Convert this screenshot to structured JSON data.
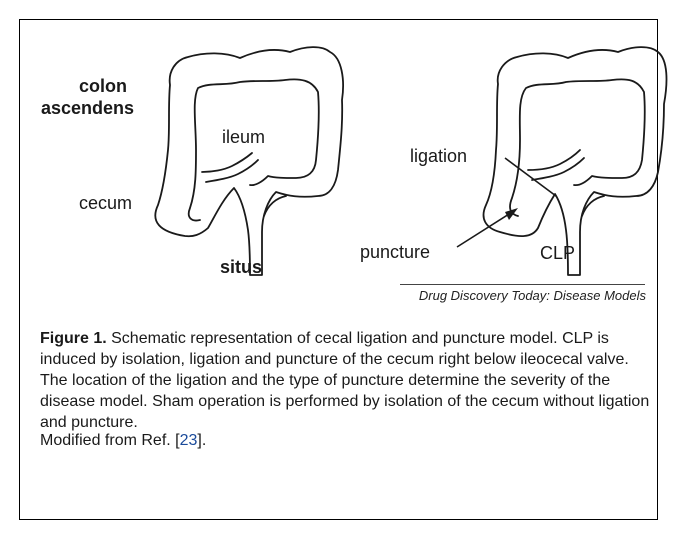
{
  "figure": {
    "left_panel": {
      "label_colon_line1": "colon",
      "label_colon_line2": "ascendens",
      "label_ileum": "ileum",
      "label_cecum": "cecum",
      "label_situs": "situs"
    },
    "right_panel": {
      "label_ligation": "ligation",
      "label_puncture": "puncture",
      "label_clp": "CLP"
    },
    "credit": "Drug Discovery Today: Disease Models"
  },
  "caption": {
    "figure_label": "Figure 1.",
    "text": " Schematic representation of cecal ligation and puncture model. CLP is induced by isolation, ligation and puncture of the cecum right below ileocecal valve. The location of the ligation and the type of puncture determine the severity of the disease model. Sham operation is performed by isolation of the cecum without ligation and puncture.",
    "modified_prefix": "Modified from Ref. [",
    "ref_number": "23",
    "modified_suffix": "]."
  },
  "colors": {
    "line": "#1a1a1a",
    "reference_link": "#1a4a9a"
  }
}
